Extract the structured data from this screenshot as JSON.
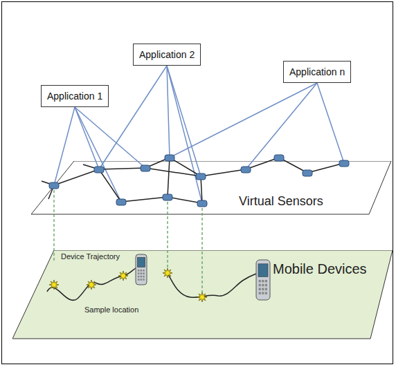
{
  "diagram": {
    "nodes": [
      {
        "text": [
          "Application 1"
        ]
      },
      {
        "text": [
          "Application 2"
        ]
      },
      {
        "text": [
          "Application n"
        ]
      },
      {
        "text": [
          "Virtual Sensors"
        ]
      },
      {
        "text": [
          "Mobile Devices"
        ]
      }
    ],
    "labels": [
      "Device Trajectory",
      "Sample location"
    ]
  }
}
